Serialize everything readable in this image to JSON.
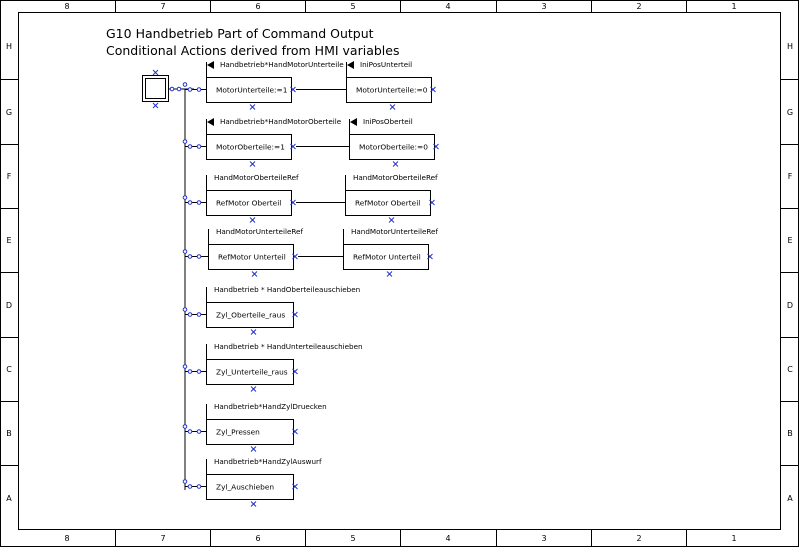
{
  "frame": {
    "columns": [
      "8",
      "7",
      "6",
      "5",
      "4",
      "3",
      "2",
      "1"
    ],
    "rows": [
      "H",
      "G",
      "F",
      "E",
      "D",
      "C",
      "B",
      "A"
    ]
  },
  "title": {
    "line1": "G10 Handbetrieb Part of Command Output",
    "line2": "Conditional Actions derived from HMI variables"
  },
  "actions": [
    {
      "condition": "Handbetrieb*HandMotorUnterteile",
      "action": "MotorUnterteile:=1",
      "next_condition": "IniPosUnterteil",
      "next_action": "MotorUnterteile:=0"
    },
    {
      "condition": "Handbetrieb*HandMotorOberteile",
      "action": "MotorOberteile:=1",
      "next_condition": "IniPosOberteil",
      "next_action": "MotorOberteile:=0"
    },
    {
      "condition": "HandMotorOberteileRef",
      "action": "RefMotor Oberteil",
      "next_condition": "HandMotorOberteileRef",
      "next_action": "RefMotor Oberteil"
    },
    {
      "condition": "HandMotorUnterteileRef",
      "action": "RefMotor Unterteil",
      "next_condition": "HandMotorUnterteileRef",
      "next_action": "RefMotor Unterteil"
    },
    {
      "condition": "Handbetrieb * HandOberteileauschieben",
      "action": "Zyl_Oberteile_raus"
    },
    {
      "condition": "Handbetrieb * HandUnterteileauschieben",
      "action": "Zyl_Unterteile_raus"
    },
    {
      "condition": "Handbetrieb*HandZylDruecken",
      "action": "Zyl_Pressen"
    },
    {
      "condition": "Handbetrieb*HandZylAuswurf",
      "action": "Zyl_Auschieben"
    }
  ]
}
